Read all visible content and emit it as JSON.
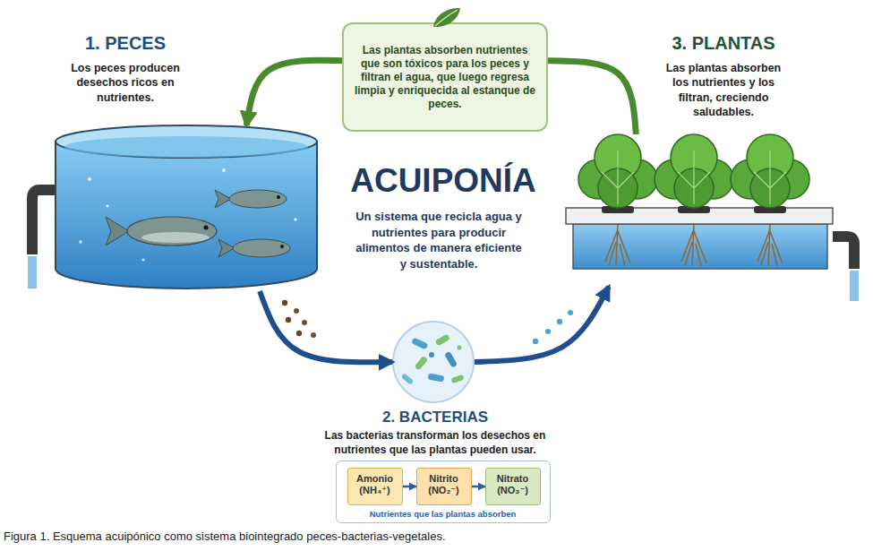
{
  "diagram": {
    "title": "ACUIPONÍA",
    "caption": "Figura 1. Esquema acuipónico como sistema biointegrado peces-bacterias-vegetales.",
    "nodes": [
      {
        "text": [
          "1. PECES",
          "Los peces producen desechos ricos en nutrientes."
        ]
      },
      {
        "text": [
          "Las plantas absorben nutrientes que son tóxicos para los peces y filtran el agua, que luego regresa limpia y enriquecida al estanque de peces."
        ]
      },
      {
        "text": [
          "3. PLANTAS",
          "Las plantas absorben los nutrientes y los filtran, creciendo saludables."
        ]
      },
      {
        "text": [
          "2. BACTERIAS",
          "Las bacterias transforman los desechos en nutrientes que las plantas pueden usar."
        ]
      },
      {
        "text": [
          "Nutrientes que las plantas absorben"
        ]
      },
      {
        "text": [
          "Amonio (NH₄⁺)"
        ],
        "in": 4
      },
      {
        "text": [
          "Nitrito (NO₂⁻)"
        ],
        "in": 4
      },
      {
        "text": [
          "Nitrato (NO₃⁻)"
        ],
        "in": 4
      }
    ],
    "edges": [
      {
        "from": 2,
        "to": 1,
        "arrow": "none"
      },
      {
        "from": 1,
        "to": 0,
        "arrow": "to"
      },
      {
        "from": 0,
        "to": 3,
        "arrow": "to"
      },
      {
        "from": 3,
        "to": 2,
        "arrow": "to"
      },
      {
        "from": 5,
        "to": 6,
        "arrow": "to"
      },
      {
        "from": 6,
        "to": 7,
        "arrow": "to"
      }
    ],
    "labels": [
      "Un sistema que recicla agua y nutrientes para producir alimentos de manera eficiente y sustentable."
    ]
  }
}
